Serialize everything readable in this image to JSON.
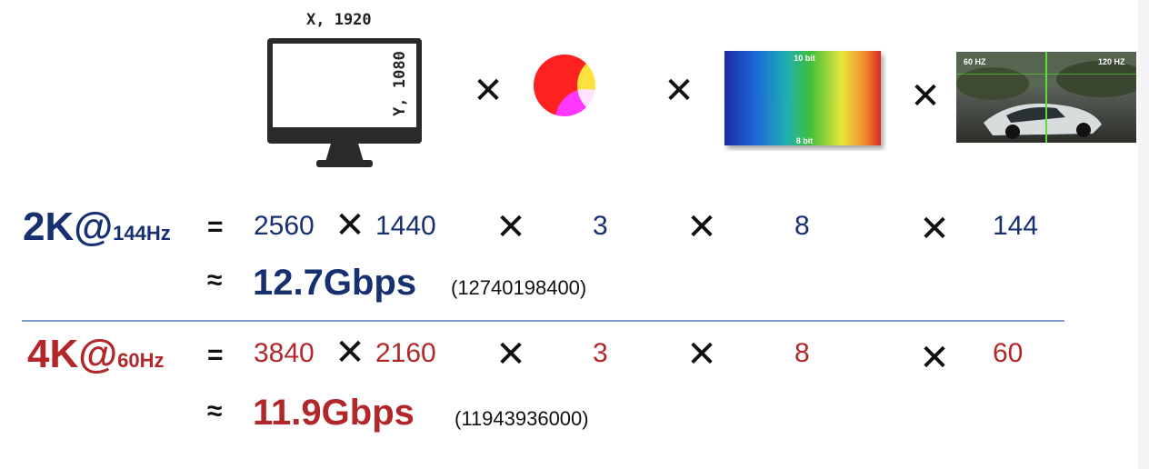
{
  "icons": {
    "monitor": {
      "x_label": "X, 1920",
      "y_label": "Y, 1080"
    },
    "gradient": {
      "top_label": "10 bit",
      "bottom_label": "8 bit"
    },
    "game": {
      "left_label": "60 HZ",
      "right_label": "120 HZ"
    }
  },
  "times_symbol": "✕",
  "rows": [
    {
      "label_main": "2K@",
      "label_sub": "144Hz",
      "equals": "=",
      "width": "2560",
      "height": "1440",
      "channels": "3",
      "bits": "8",
      "fps": "144",
      "approx": "≈",
      "result": "12.7Gbps",
      "exact": "(12740198400)",
      "color": "#17306f"
    },
    {
      "label_main": "4K@",
      "label_sub": "60Hz",
      "equals": "=",
      "width": "3840",
      "height": "2160",
      "channels": "3",
      "bits": "8",
      "fps": "60",
      "approx": "≈",
      "result": "11.9Gbps",
      "exact": "(11943936000)",
      "color": "#b1272a"
    }
  ],
  "divider_color": "#7f9ccc"
}
